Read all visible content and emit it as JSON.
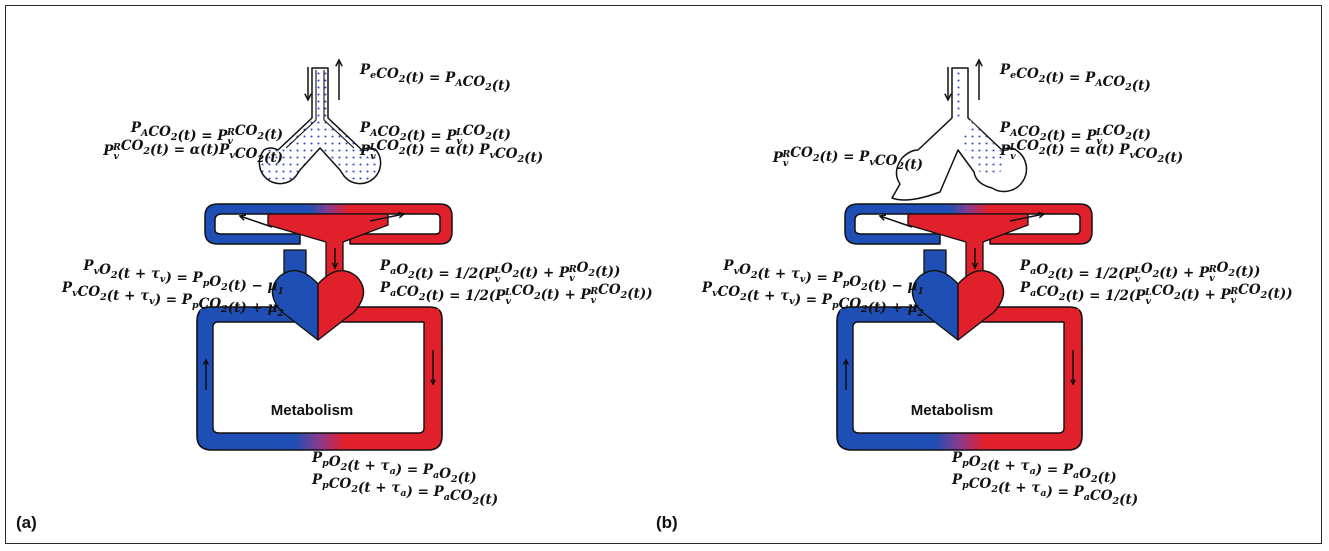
{
  "colors": {
    "venous": "#1f4fb4",
    "arterial": "#e0202b",
    "outline": "#111111",
    "alveolar_dots": "#2d48c9"
  },
  "panels": [
    {
      "label": "(a)",
      "metabolism": "Metabolism",
      "eq_expired": "P_eCO_2(t) = P_ACO_2(t)",
      "eq_left_1": "P_ACO_2(t) = P_v^RCO_2(t)",
      "eq_left_2": "P_v^RCO_2(t) = α(t)P_vCO_2(t)",
      "eq_right_1": "P_ACO_2(t) = P_v^LCO_2(t)",
      "eq_right_2": "P_v^LCO_2(t) = α(t) P_vCO_2(t)",
      "eq_venous_1": "P_vO_2(t + τ_v) = P_pO_2(t) − μ_1",
      "eq_venous_2": "P_vCO_2(t + τ_v) = P_pCO_2(t) + μ_2",
      "eq_arterial_1": "P_aO_2(t) = 1/2(P_v^LO_2(t) + P_v^RO_2(t))",
      "eq_arterial_2": "P_aCO_2(t) = 1/2(P_v^LCO_2(t) + P_v^RCO_2(t))",
      "eq_perip_1": "P_pO_2(t + τ_a) = P_aO_2(t)",
      "eq_perip_2": "P_pCO_2(t + τ_a) = P_aCO_2(t)"
    },
    {
      "label": "(b)",
      "metabolism": "Metabolism",
      "eq_expired": "P_eCO_2(t) = P_ACO_2(t)",
      "eq_left_1": "P_v^RCO_2(t) = P_vCO_2(t)",
      "eq_right_1": "P_ACO_2(t) = P_v^LCO_2(t)",
      "eq_right_2": "P_v^LCO_2(t) = α(t) P_vCO_2(t)",
      "eq_venous_1": "P_vO_2(t + τ_v) = P_pO_2(t) − μ_1",
      "eq_venous_2": "P_vCO_2(t + τ_v) = P_pCO_2(t) + μ_2",
      "eq_arterial_1": "P_aO_2(t) = 1/2(P_v^LO_2(t) + P_v^RO_2(t))",
      "eq_arterial_2": "P_aCO_2(t) = 1/2(P_v^LCO_2(t) + P_v^RCO_2(t))",
      "eq_perip_1": "P_pO_2(t + τ_a) = P_aO_2(t)",
      "eq_perip_2": "P_pCO_2(t + τ_a) = P_aCO_2(t)"
    }
  ]
}
